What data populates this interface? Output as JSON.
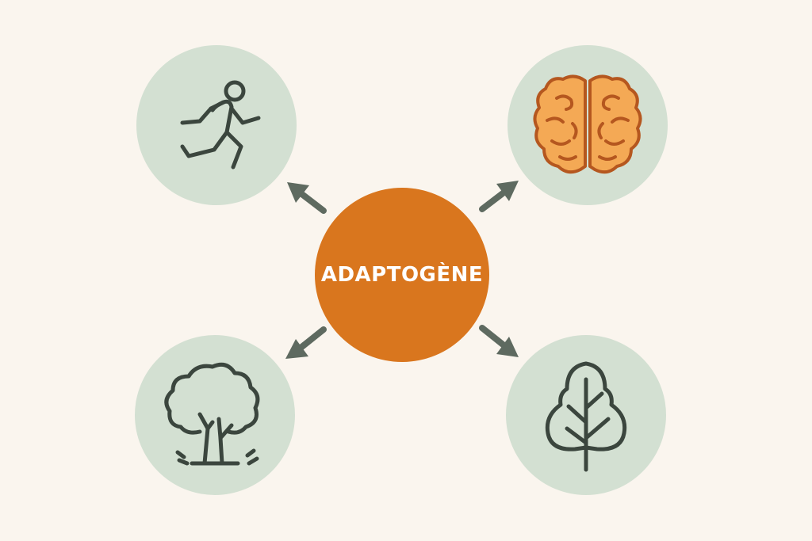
{
  "center": {
    "label": "ADAPTOGÈNE",
    "color": "#d9761e"
  },
  "satellites": [
    {
      "icon": "running-person-icon",
      "position": "top-left"
    },
    {
      "icon": "brain-icon",
      "position": "top-right"
    },
    {
      "icon": "tree-icon",
      "position": "bottom-left"
    },
    {
      "icon": "leaf-icon",
      "position": "bottom-right"
    }
  ],
  "colors": {
    "background": "#faf5ee",
    "satellite_fill": "#d3e0d2",
    "arrow": "#5e6a60",
    "icon_stroke": "#3b463e",
    "brain_fill": "#f4a955",
    "brain_stroke": "#b5571f"
  }
}
